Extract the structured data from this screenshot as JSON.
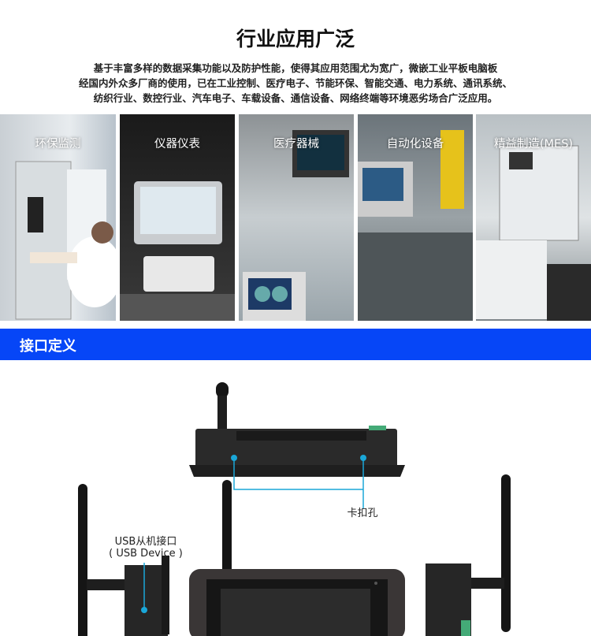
{
  "section1": {
    "title": "行业应用广泛",
    "description": [
      "基于丰富多样的数据采集功能以及防护性能，使得其应用范围尤为宽广，微嵌工业平板电脑板",
      "经国内外众多厂商的使用，已在工业控制、医疗电子、节能环保、智能交通、电力系统、通讯系统、",
      "纺织行业、数控行业、汽车电子、车载设备、通信设备、网络终端等环境恶劣场合广泛应用。"
    ]
  },
  "applications": [
    {
      "label": "环保监测"
    },
    {
      "label": "仪器仪表"
    },
    {
      "label": "医疗器械"
    },
    {
      "label": "自动化设备"
    },
    {
      "label": "精益制造(MES)"
    }
  ],
  "section2": {
    "title": "接口定义",
    "callouts": {
      "clip_hole": "卡扣孔",
      "usb_line1": "USB从机接口",
      "usb_line2": "( USB Device )"
    }
  },
  "colors": {
    "accent": "#0646f7",
    "callout": "#1aa7d8"
  }
}
